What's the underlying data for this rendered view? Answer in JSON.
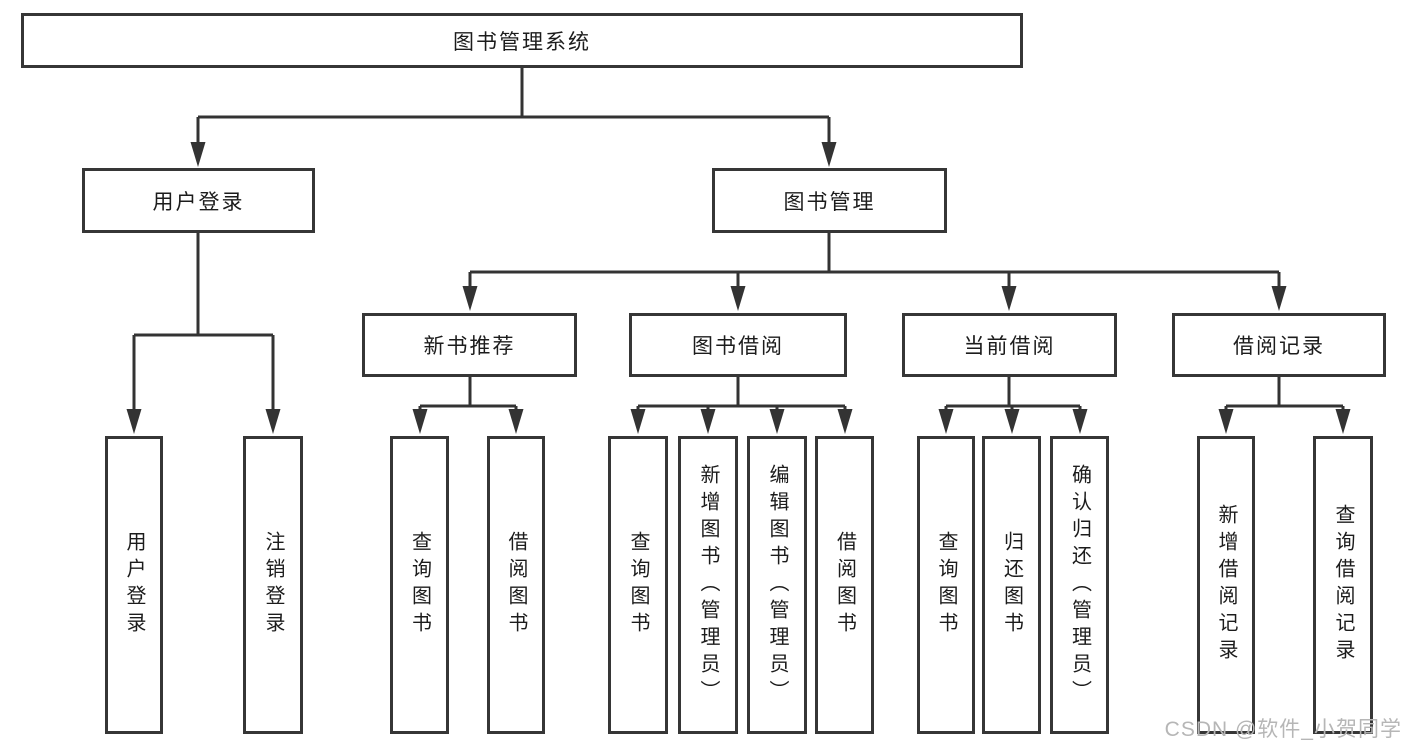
{
  "tree": {
    "root": "图书管理系统",
    "branches": [
      {
        "label": "用户登录",
        "leaves": [
          "用户登录",
          "注销登录"
        ]
      },
      {
        "label": "图书管理",
        "groups": [
          {
            "label": "新书推荐",
            "leaves": [
              "查询图书",
              "借阅图书"
            ]
          },
          {
            "label": "图书借阅",
            "leaves": [
              "查询图书",
              "新增图书（管理员）",
              "编辑图书（管理员）",
              "借阅图书"
            ]
          },
          {
            "label": "当前借阅",
            "leaves": [
              "查询图书",
              "归还图书",
              "确认归还（管理员）"
            ]
          },
          {
            "label": "借阅记录",
            "leaves": [
              "新增借阅记录",
              "查询借阅记录"
            ]
          }
        ]
      }
    ]
  },
  "watermark": "CSDN @软件_小贺同学",
  "colors": {
    "background": "#ffffff",
    "box_border": "#363636",
    "connector_line": "#333333",
    "text": "#1c1c1c",
    "watermark": "#b6b6b6"
  }
}
